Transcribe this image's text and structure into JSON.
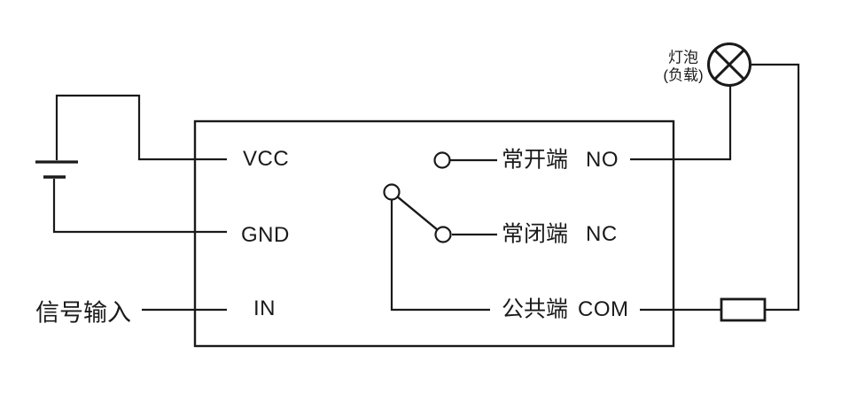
{
  "diagram": {
    "module": {
      "pins": {
        "vcc": "VCC",
        "gnd": "GND",
        "in": "IN"
      },
      "terminals": [
        {
          "zh": "常开端",
          "en": "NO"
        },
        {
          "zh": "常闭端",
          "en": "NC"
        },
        {
          "zh": "公共端",
          "en": "COM"
        }
      ]
    },
    "external": {
      "signal_input": "信号输入",
      "load_line1": "灯泡",
      "load_line2": "(负载)"
    },
    "colors": {
      "ink": "#1a1a1a",
      "background": "#ffffff"
    }
  }
}
